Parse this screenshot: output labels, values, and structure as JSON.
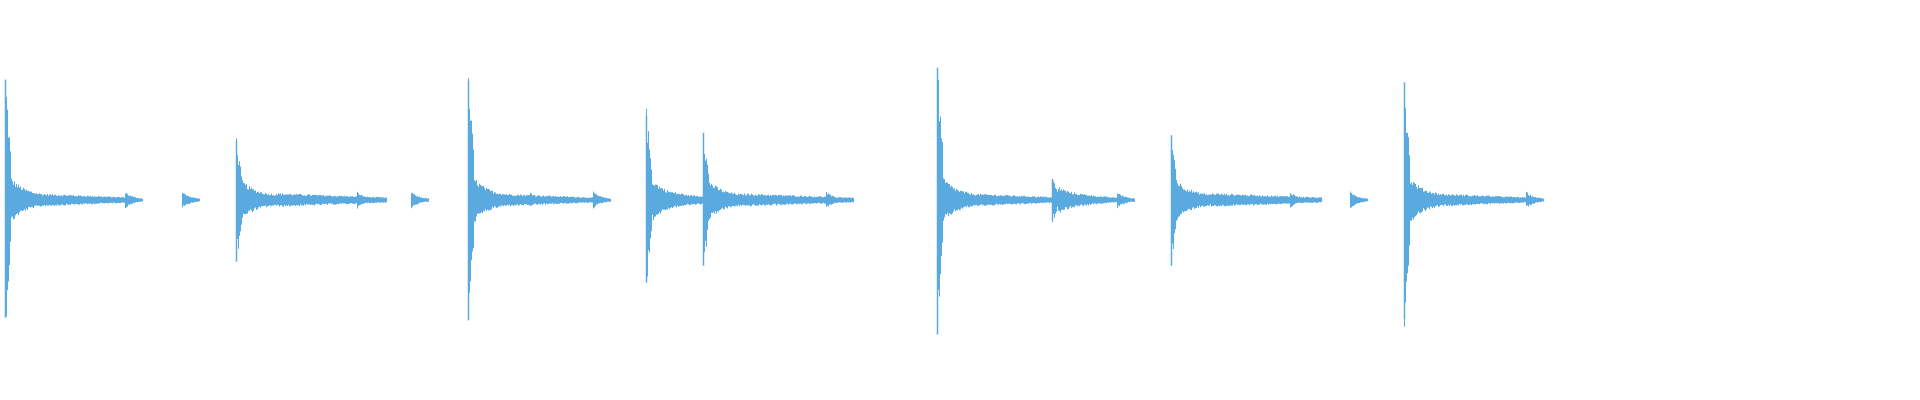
{
  "waveform": {
    "color": "#5aaae0",
    "background": "#ffffff",
    "duration_s": 1,
    "events": [
      {
        "t": 0.0026,
        "peak_up": 0.86,
        "peak_down": 0.84,
        "body": 0.12,
        "tail_len": 0.048,
        "tail_amp": 0.035,
        "blips": [
          0.065,
          0.095
        ]
      },
      {
        "t": 0.123,
        "peak_up": 0.42,
        "peak_down": 0.44,
        "body": 0.1,
        "tail_len": 0.058,
        "tail_amp": 0.04,
        "blips": [
          0.186,
          0.214
        ]
      },
      {
        "t": 0.244,
        "peak_up": 0.85,
        "peak_down": 0.86,
        "body": 0.12,
        "tail_len": 0.048,
        "tail_amp": 0.035,
        "blips": [
          0.276,
          0.309
        ]
      },
      {
        "t": 0.3365,
        "peak_up": 0.6,
        "peak_down": 0.59,
        "body": 0.11,
        "tail_len": 0.022,
        "tail_amp": 0.03,
        "blips": []
      },
      {
        "t": 0.366,
        "peak_up": 0.48,
        "peak_down": 0.47,
        "body": 0.1,
        "tail_len": 0.058,
        "tail_amp": 0.038,
        "blips": [
          0.43
        ]
      },
      {
        "t": 0.488,
        "peak_up": 0.94,
        "peak_down": 0.96,
        "body": 0.12,
        "tail_len": 0.048,
        "tail_amp": 0.035,
        "blips": [
          0.548,
          0.582
        ]
      },
      {
        "t": 0.548,
        "peak_up": 0.15,
        "peak_down": 0.14,
        "body": 0.06,
        "tail_len": 0.015,
        "tail_amp": 0.025,
        "blips": []
      },
      {
        "t": 0.61,
        "peak_up": 0.46,
        "peak_down": 0.47,
        "body": 0.1,
        "tail_len": 0.058,
        "tail_amp": 0.04,
        "blips": [
          0.672,
          0.703
        ]
      },
      {
        "t": 0.731,
        "peak_up": 0.84,
        "peak_down": 0.85,
        "body": 0.12,
        "tail_len": 0.048,
        "tail_amp": 0.035,
        "blips": [
          0.795
        ]
      }
    ]
  }
}
